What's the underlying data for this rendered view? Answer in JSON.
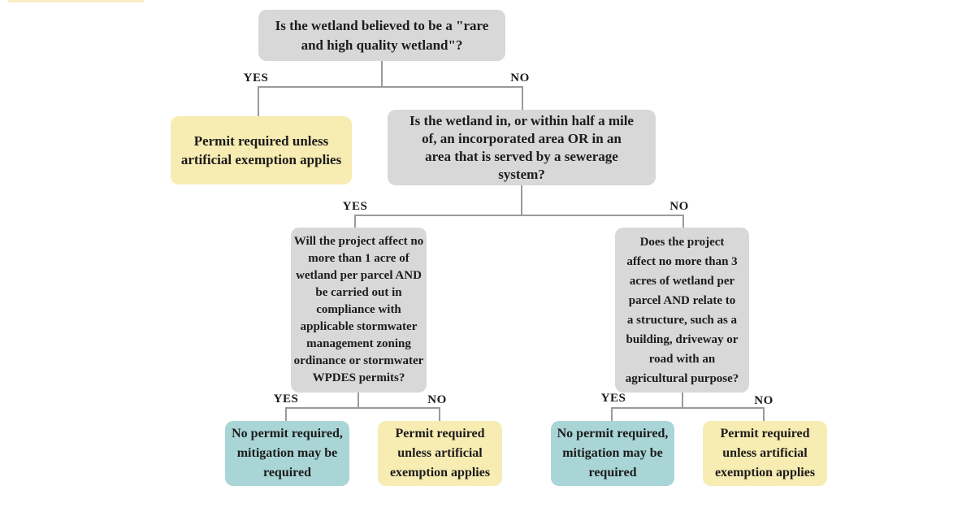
{
  "diagram": {
    "type": "decision-flowchart",
    "topic": "Wetland permit decision tree"
  },
  "colors": {
    "question_box_fill": "#d8d8d8",
    "permit_required_fill": "#f7ecb2",
    "no_permit_fill": "#a9d5d6",
    "connector_line": "#9a9a9a",
    "text": "#1c1c1c",
    "background": "#ffffff"
  },
  "labels": {
    "yes": "YES",
    "no": "NO"
  },
  "nodes": {
    "q1": {
      "text": "Is the wetland believed to be a \"rare\nand high quality wetland\"?"
    },
    "r_top_yes": {
      "text": "Permit required unless\nartificial exemption applies"
    },
    "q2": {
      "text": "Is the wetland in, or within half a mile\nof, an incorporated area OR in an\narea that is served by a sewerage\nsystem?"
    },
    "q3_left": {
      "text": "Will the project affect no\nmore than 1 acre of\nwetland per parcel AND\nbe carried out in\ncompliance with\napplicable stormwater\nmanagement zoning\nordinance or stormwater\nWPDES permits?"
    },
    "q3_right": {
      "text": "Does the project\naffect no more than 3\nacres of wetland per\nparcel AND relate to\na structure, such as a\nbuilding, driveway or\nroad with an\nagricultural purpose?"
    },
    "result_left_yes": {
      "text": "No permit required,\nmitigation may be\nrequired"
    },
    "result_left_no": {
      "text": "Permit required\nunless artificial\nexemption applies"
    },
    "result_right_yes": {
      "text": "No permit required,\nmitigation may be\nrequired"
    },
    "result_right_no": {
      "text": "Permit required\nunless artificial\nexemption applies"
    }
  }
}
